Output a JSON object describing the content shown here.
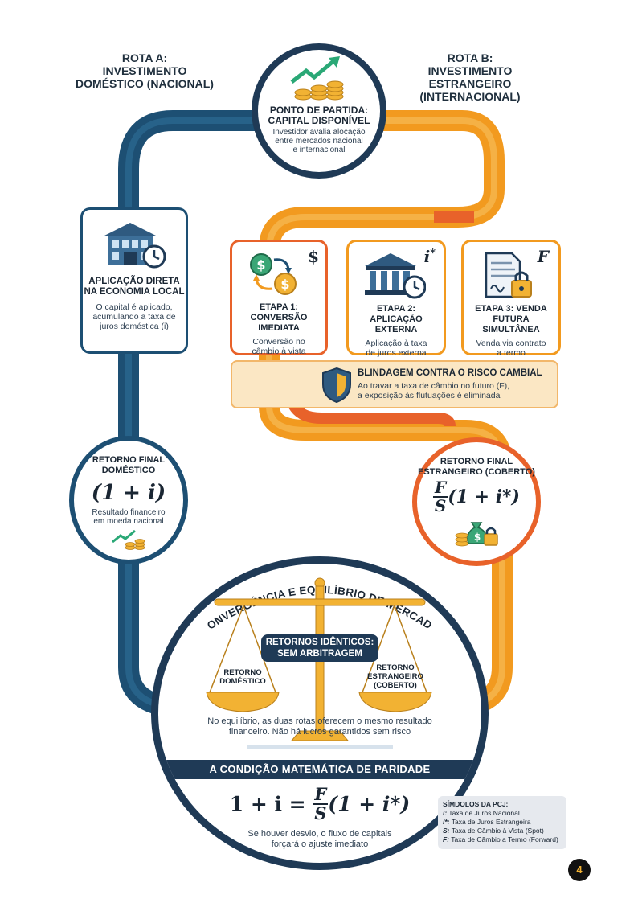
{
  "route_a": {
    "line1": "ROTA A:",
    "line2": "INVESTIMENTO",
    "line3": "DOMÉSTICO (NACIONAL)"
  },
  "route_b": {
    "line1": "ROTA B:",
    "line2": "INVESTIMENTO ESTRANGEIRO",
    "line3": "(INTERNACIONAL)"
  },
  "start": {
    "title1": "PONTO DE PARTIDA:",
    "title2": "CAPITAL DISPONÍVEL",
    "desc1": "Investidor avalia alocação",
    "desc2": "entre mercados nacional",
    "desc3": "e internacional"
  },
  "domestic_card": {
    "title1": "APLICAÇÃO DIRETA",
    "title2": "NA ECONOMIA LOCAL",
    "desc1": "O capital é aplicado,",
    "desc2": "acumulando a taxa de",
    "desc3": "juros doméstica (i)"
  },
  "steps": [
    {
      "symbol": "$",
      "title1": "ETAPA 1:",
      "title2": "CONVERSÃO IMEDIATA",
      "desc1": "Conversão no",
      "desc2": "câmbio à vista"
    },
    {
      "symbol_base": "i",
      "symbol_sup": "*",
      "title1": "ETAPA 2:",
      "title2": "APLICAÇÃO EXTERNA",
      "desc1": "Aplicação à taxa",
      "desc2": "de juros externa"
    },
    {
      "symbol": "F",
      "title1": "ETAPA 3: VENDA",
      "title2": "FUTURA SIMULTÂNEA",
      "desc1": "Venda via contrato",
      "desc2": "a termo"
    }
  ],
  "shield": {
    "title": "BLINDAGEM CONTRA O RISCO CAMBIAL",
    "desc1": "Ao travar a taxa de câmbio no futuro (F),",
    "desc2": "a exposição às flutuações é eliminada"
  },
  "return_dom": {
    "title1": "RETORNO FINAL",
    "title2": "DOMÉSTICO",
    "formula": "(1 + i)",
    "desc1": "Resultado financeiro",
    "desc2": "em moeda nacional"
  },
  "return_for": {
    "title1": "RETORNO FINAL",
    "title2": "ESTRANGEIRO (COBERTO)",
    "frac_num": "F",
    "frac_den": "S",
    "formula_tail": "(1 + i*)"
  },
  "convergence": {
    "arc_title": "CONVERGÊNCIA E EQUILÍBRIO DE MERCADO",
    "badge1": "RETORNOS IDÊNTICOS:",
    "badge2": "SEM ARBITRAGEM",
    "pan_left1": "RETORNO",
    "pan_left2": "DOMÉSTICO",
    "pan_right1": "RETORNO",
    "pan_right2": "ESTRANGEIRO",
    "pan_right3": "(COBERTO)",
    "desc1": "No equilíbrio, as duas rotas oferecem o mesmo resultado",
    "desc2": "financeiro. Não há lucros garantidos sem risco"
  },
  "parity": {
    "banner": "A CONDIÇÃO MATEMÁTICA DE PARIDADE",
    "lhs": "1 + i =",
    "frac_num": "F",
    "frac_den": "S",
    "rhs": "(1 + i*)",
    "desc1": "Se houver desvio, o fluxo de capitais",
    "desc2": "forçará o ajuste imediato"
  },
  "symbols": {
    "title": "SÍMDOLOS DA PCJ:",
    "items": [
      {
        "key": "I:",
        "text": "Taxa de Juros Nacional"
      },
      {
        "key": "I*:",
        "text": "Taxa de Juros Estrangeira"
      },
      {
        "key": "S:",
        "text": "Taxa de Câmbio à Vista (Spot)"
      },
      {
        "key": "F:",
        "text": "Taxa de Câmbio a Termo (Forward)"
      }
    ]
  },
  "page_number": "4",
  "colors": {
    "blue": "#1d4f73",
    "orange": "#f29a1f",
    "red_orange": "#e8622a",
    "navy": "#1f3a56",
    "gold": "#f2b233"
  },
  "icons": [
    "trend-coins-icon",
    "bank-clock-icon",
    "currency-exchange-icon",
    "bank-icon",
    "contract-lock-icon",
    "shield-icon",
    "money-bag-lock-icon",
    "balance-scale-icon"
  ]
}
